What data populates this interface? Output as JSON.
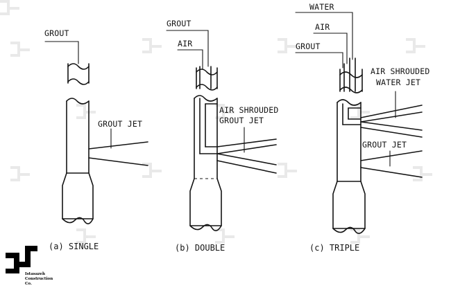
{
  "diagrams": [
    {
      "id": "single",
      "caption": "(a) SINGLE",
      "labels": [
        "GROUT",
        "GROUT JET"
      ]
    },
    {
      "id": "double",
      "caption": "(b) DOUBLE",
      "labels": [
        "GROUT",
        "AIR",
        "AIR SHROUDED",
        "GROUT JET"
      ]
    },
    {
      "id": "triple",
      "caption": "(c) TRIPLE",
      "labels": [
        "WATER",
        "AIR",
        "GROUT",
        "AIR SHROUDED",
        "WATER JET",
        "GROUT JET"
      ]
    }
  ],
  "logo": {
    "line1": "Istasazeh",
    "line2": "Construction",
    "line3": "Co."
  }
}
